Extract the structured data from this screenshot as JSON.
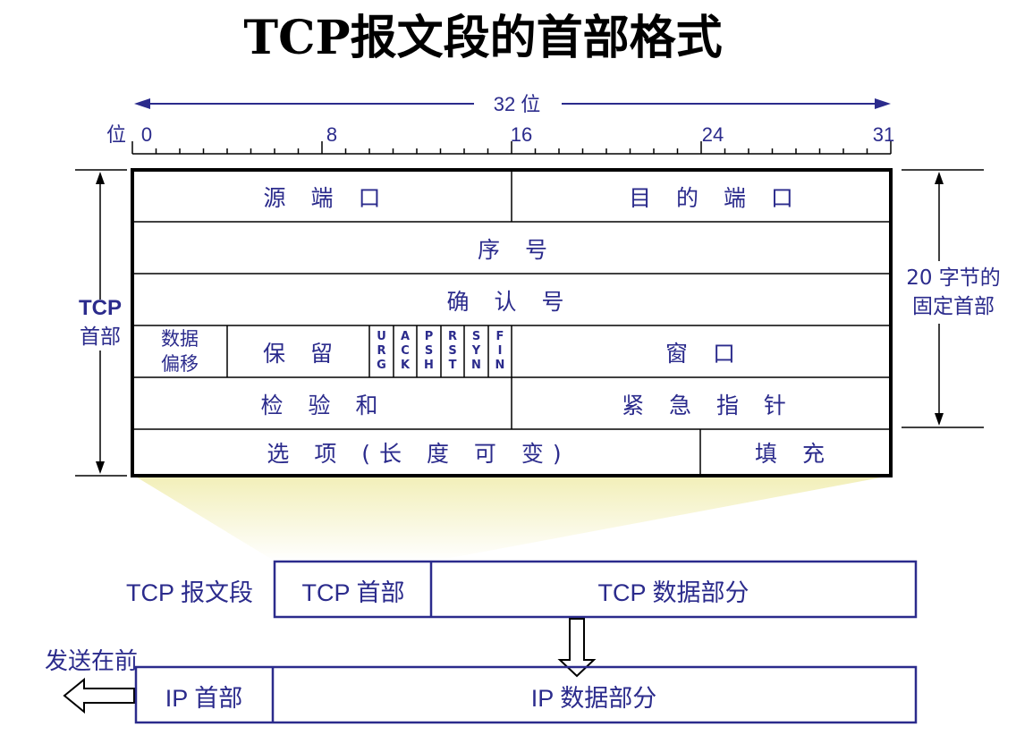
{
  "title": "TCP报文段的首部格式",
  "ruler": {
    "span_label": "32 位",
    "bit_label": "位",
    "marks": [
      "0",
      "8",
      "16",
      "24",
      "31"
    ]
  },
  "side_left": {
    "line1": "TCP",
    "line2": "首部"
  },
  "side_right": {
    "line1": "20 字节的",
    "line2": "固定首部"
  },
  "header_rows": {
    "source_port": "源 端 口",
    "dest_port": "目 的 端 口",
    "sequence": "序 号",
    "ack_number": "确 认 号",
    "data_offset_line1": "数据",
    "data_offset_line2": "偏移",
    "reserved": "保 留",
    "flags": [
      "URG",
      "ACK",
      "PSH",
      "RST",
      "SYN",
      "FIN"
    ],
    "window": "窗 口",
    "checksum": "检 验 和",
    "urgent_pointer": "紧 急 指 针",
    "options": "选 项 (长 度 可 变)",
    "padding": "填 充"
  },
  "segment": {
    "label": "TCP 报文段",
    "header": "TCP 首部",
    "data": "TCP 数据部分"
  },
  "ip_packet": {
    "send_first": "发送在前",
    "header": "IP 首部",
    "data": "IP 数据部分"
  },
  "colors": {
    "text": "#2b2b8c",
    "border": "#2b2b8c",
    "frame": "#000000",
    "shadow_start": "#f2efb8"
  }
}
